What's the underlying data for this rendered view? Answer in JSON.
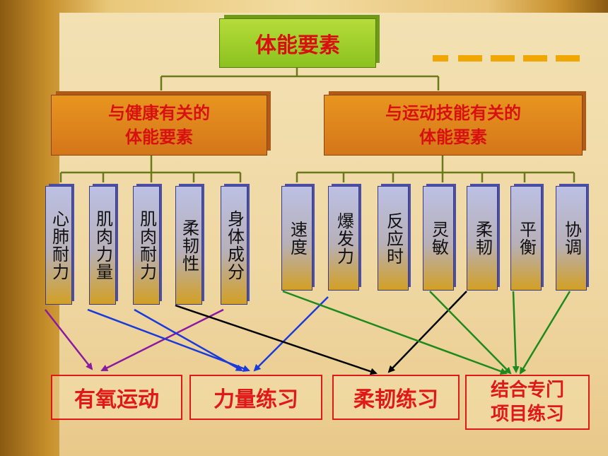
{
  "root": {
    "label": "体能要素"
  },
  "branches": [
    {
      "label": "与健康有关的\n体能要素"
    },
    {
      "label": "与运动技能有关的\n体能要素"
    }
  ],
  "health_items": [
    "心肺耐力",
    "肌肉力量",
    "肌肉耐力",
    "柔韧性",
    "身体成分"
  ],
  "skill_items": [
    "速度",
    "爆发力",
    "反应时",
    "灵敏",
    "柔韧",
    "平衡",
    "协调"
  ],
  "practices": [
    "有氧运动",
    "力量练习",
    "柔韧练习",
    "结合专门\n项目练习"
  ],
  "colors": {
    "arrow_purple": "#8a1aa0",
    "arrow_blue": "#1a3adc",
    "arrow_black": "#000000",
    "arrow_green": "#1e8a1e",
    "text_red": "#d81010"
  },
  "decorative_icons": [
    "orange-bar-icon"
  ]
}
